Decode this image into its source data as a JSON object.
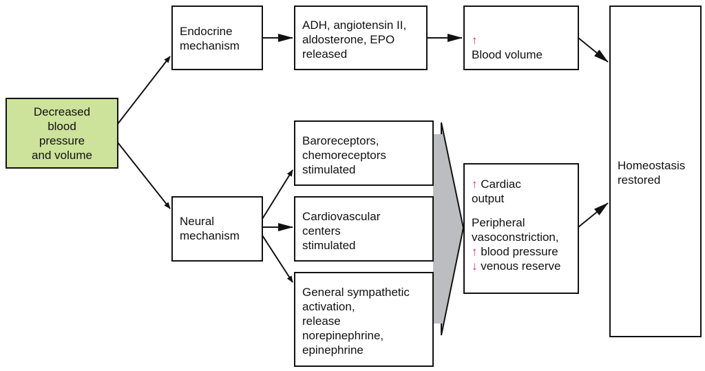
{
  "colors": {
    "start_fill": "#cde29a",
    "arrow_marker": "#d6246e",
    "wedge": "#bcbdc0"
  },
  "icons": {
    "increase": "↑",
    "decrease": "↓"
  },
  "start": "Decreased\nblood\npressure\nand volume",
  "endocrine": "Endocrine\nmechanism",
  "hormones": "ADH, angiotensin II,\naldosterone, EPO\nreleased",
  "blood_volume": "Blood volume",
  "neural": "Neural\nmechanism",
  "baroreceptors": "Baroreceptors,\nchemoreceptors\nstimulated",
  "cardiovascular": "Cardiovascular\ncenters\nstimulated",
  "sympathetic": "General sympathetic\nactivation,\nrelease\nnorepinephrine,\nepinephrine",
  "effects": {
    "cardiac_output": "Cardiac",
    "cardiac_output_2": "output",
    "peripheral": "Peripheral",
    "vasoconstriction": "vasoconstriction,",
    "blood_pressure": "blood pressure",
    "venous_reserve": "venous reserve"
  },
  "homeostasis": "Homeostasis\nrestored"
}
